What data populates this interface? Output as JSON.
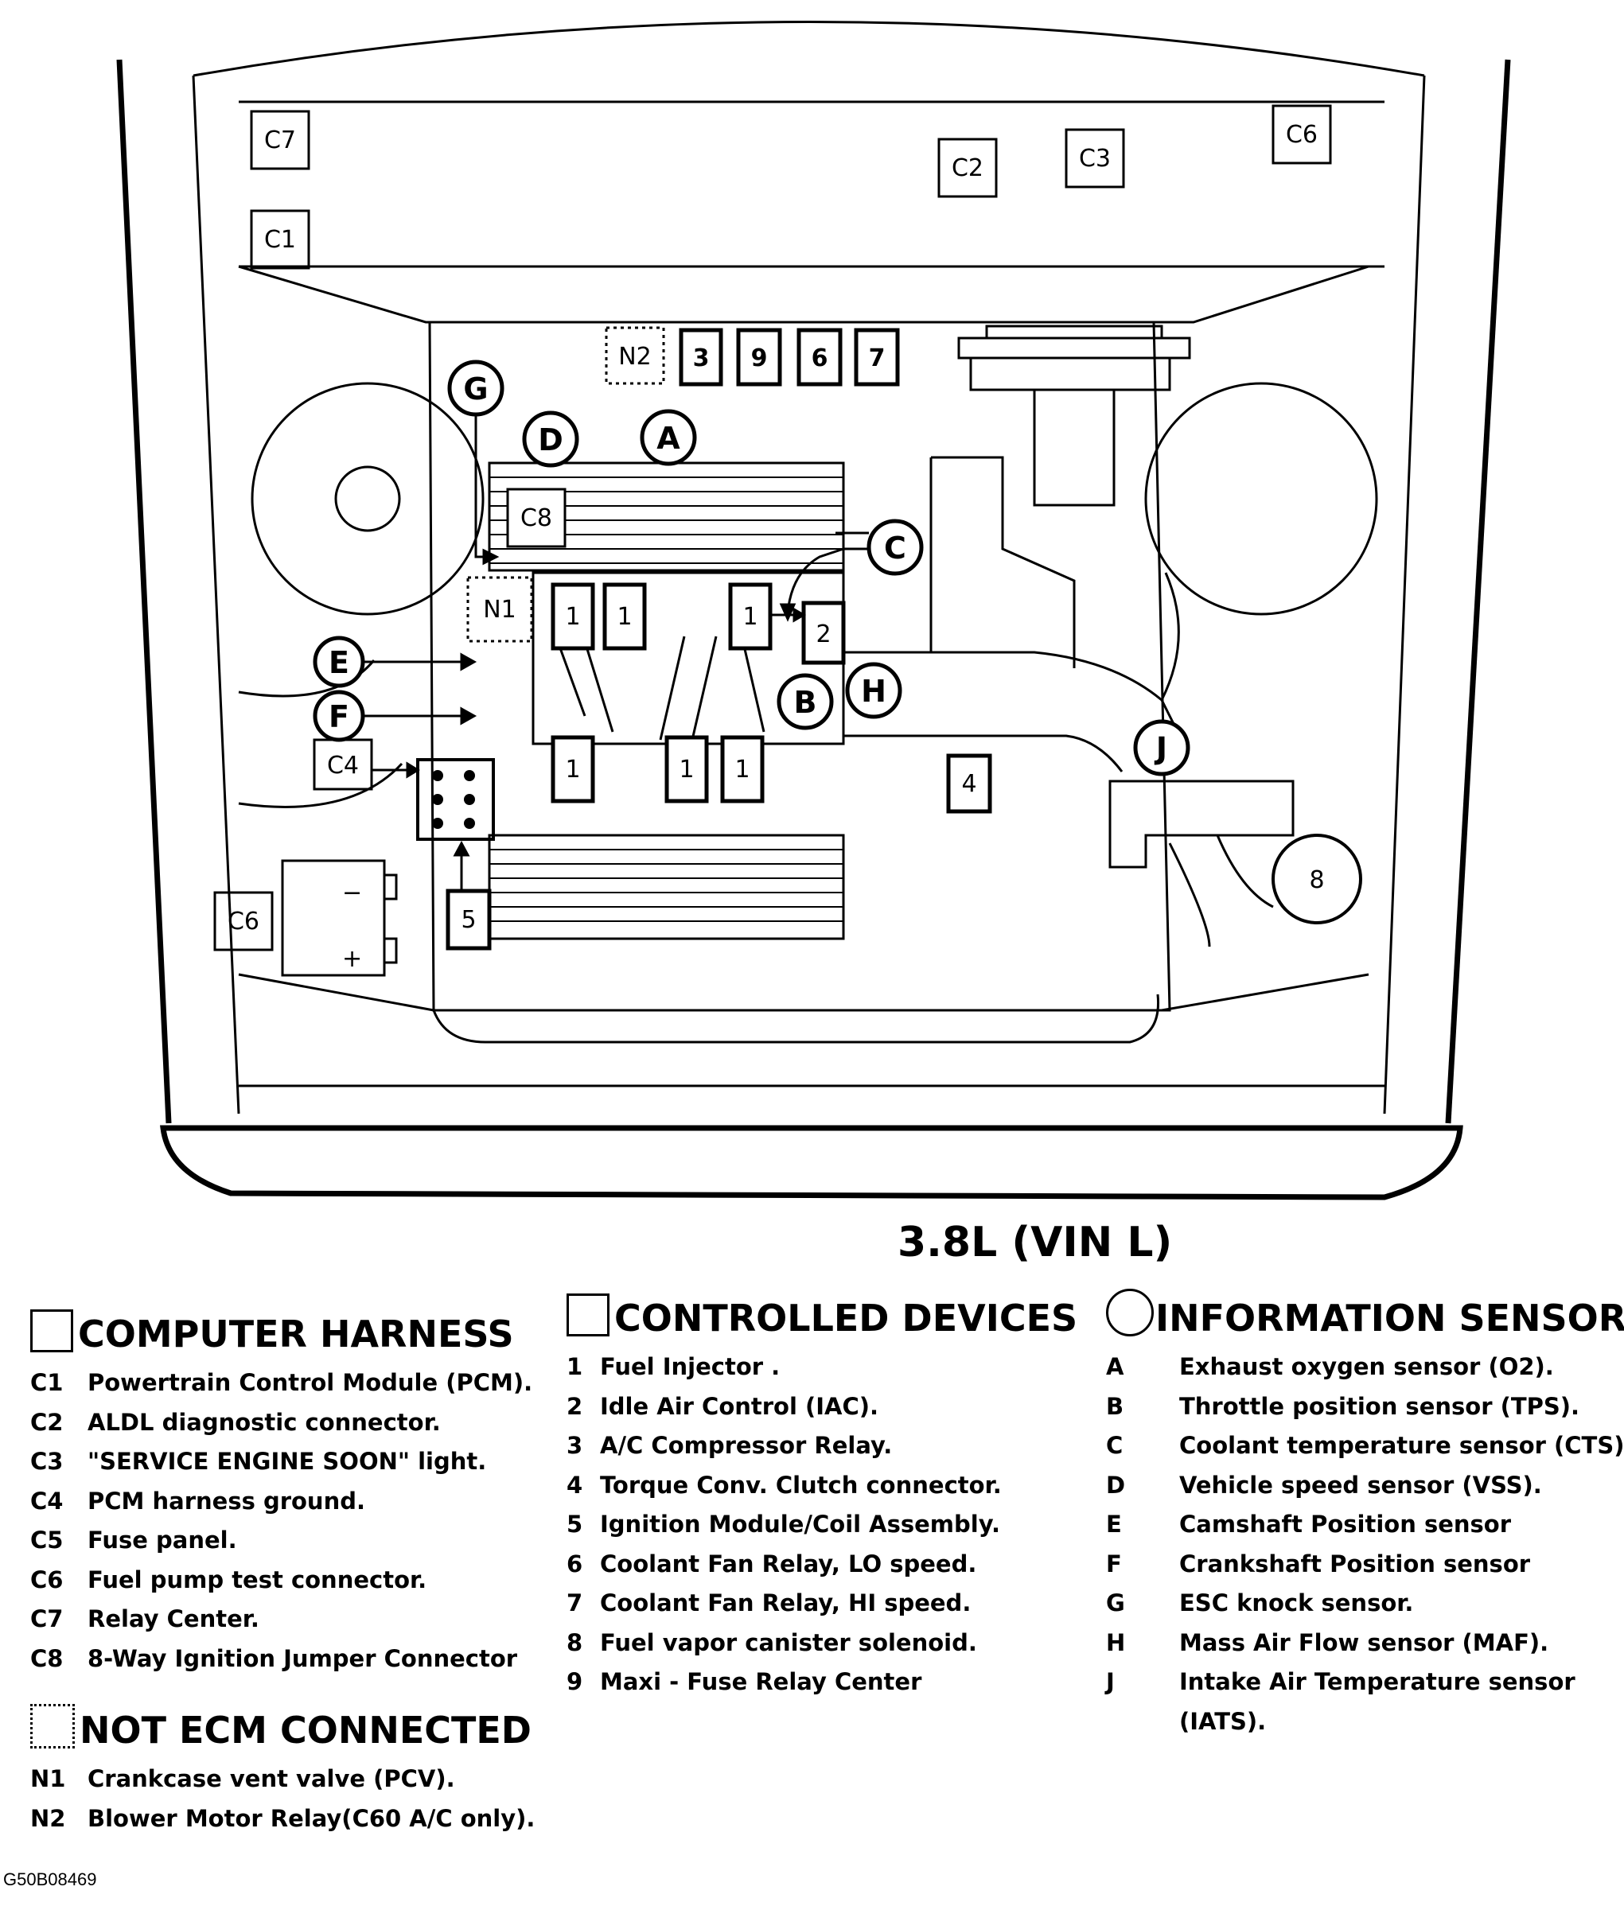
{
  "diagram": {
    "connector_labels": [
      "C7",
      "C1",
      "C2",
      "C3",
      "C6",
      "C8",
      "C4",
      "C6"
    ],
    "device_labels": [
      "3",
      "9",
      "6",
      "7",
      "1",
      "2",
      "4",
      "5",
      "8"
    ],
    "sensor_labels": [
      "G",
      "D",
      "A",
      "C",
      "E",
      "F",
      "B",
      "H",
      "J"
    ],
    "not_ecm_labels": [
      "N2",
      "N1"
    ],
    "battery_minus": "−",
    "battery_plus": "+"
  },
  "engine_title": "3.8L  (VIN L)",
  "computer_harness": {
    "heading": "COMPUTER HARNESS",
    "items": [
      {
        "code": "C1",
        "text": "Powertrain Control Module (PCM)."
      },
      {
        "code": "C2",
        "text": "ALDL diagnostic connector."
      },
      {
        "code": "C3",
        "text": "\"SERVICE ENGINE SOON\" light."
      },
      {
        "code": "C4",
        "text": "PCM harness ground."
      },
      {
        "code": "C5",
        "text": "Fuse panel."
      },
      {
        "code": "C6",
        "text": "Fuel pump test connector."
      },
      {
        "code": "C7",
        "text": "Relay Center."
      },
      {
        "code": "C8",
        "text": "8-Way Ignition Jumper Connector"
      }
    ]
  },
  "not_ecm_connected": {
    "heading": "NOT ECM CONNECTED",
    "items": [
      {
        "code": "N1",
        "text": "Crankcase vent valve (PCV)."
      },
      {
        "code": "N2",
        "text": "Blower Motor Relay(C60 A/C only)."
      }
    ]
  },
  "controlled_devices": {
    "heading": "CONTROLLED DEVICES",
    "items": [
      {
        "code": "1",
        "text": "Fuel Injector ."
      },
      {
        "code": "2",
        "text": "Idle Air Control  (IAC)."
      },
      {
        "code": "3",
        "text": "A/C Compressor Relay."
      },
      {
        "code": "4",
        "text": "Torque Conv. Clutch connector."
      },
      {
        "code": "5",
        "text": "Ignition Module/Coil Assembly."
      },
      {
        "code": "6",
        "text": "Coolant Fan Relay, LO speed."
      },
      {
        "code": "7",
        "text": "Coolant Fan Relay, HI speed."
      },
      {
        "code": "8",
        "text": "Fuel vapor canister solenoid."
      },
      {
        "code": "9",
        "text": "Maxi - Fuse Relay Center"
      }
    ]
  },
  "information_sensors": {
    "heading": "INFORMATION SENSORS",
    "items": [
      {
        "code": "A",
        "text": "Exhaust oxygen sensor (O2)."
      },
      {
        "code": "B",
        "text": "Throttle position sensor (TPS)."
      },
      {
        "code": "C",
        "text": "Coolant temperature sensor (CTS)."
      },
      {
        "code": "D",
        "text": "Vehicle  speed sensor (VSS)."
      },
      {
        "code": "E",
        "text": "Camshaft Position sensor"
      },
      {
        "code": "F",
        "text": "Crankshaft Position sensor"
      },
      {
        "code": "G",
        "text": "ESC knock sensor."
      },
      {
        "code": "H",
        "text": "Mass Air Flow sensor (MAF)."
      },
      {
        "code": "J",
        "text": "Intake Air Temperature sensor"
      },
      {
        "code": "",
        "text": "(IATS)."
      }
    ]
  },
  "figure_id": "G50B08469"
}
